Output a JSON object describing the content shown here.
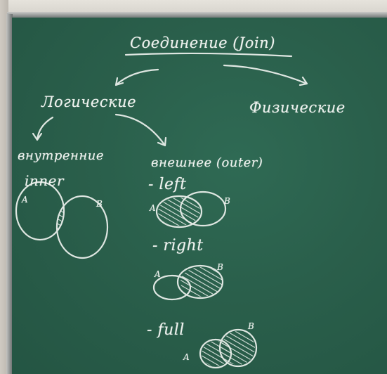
{
  "board": {
    "title": "Соединение (Join)",
    "branches": {
      "logical": "Логические",
      "physical": "Физические"
    },
    "inner": {
      "label_ru": "внутренние",
      "label_en": "inner",
      "set_a": "A",
      "set_b": "B"
    },
    "outer": {
      "label": "внешнее (outer)",
      "left": {
        "label": "- left",
        "set_a": "A",
        "set_b": "B"
      },
      "right": {
        "label": "- right",
        "set_a": "A",
        "set_b": "B"
      },
      "full": {
        "label": "- full",
        "set_a": "A",
        "set_b": "B"
      }
    }
  },
  "colors": {
    "board": "#2a5f4b",
    "chalk": "#eef2ee",
    "frame": "#8f9392"
  }
}
